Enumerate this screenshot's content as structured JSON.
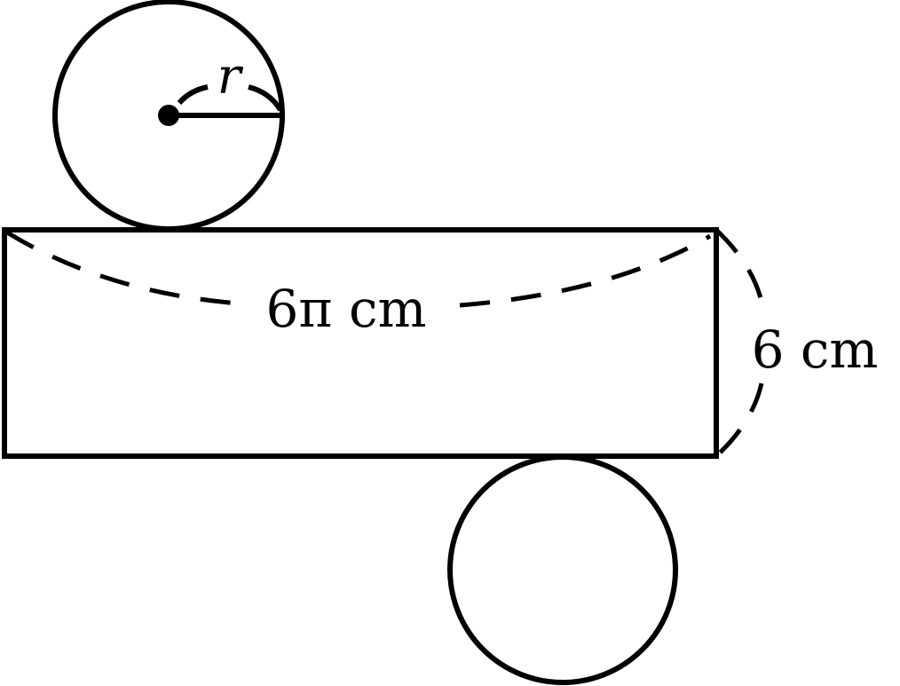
{
  "labels": {
    "radius": "r",
    "circumference": "6π cm",
    "height": "6 cm"
  },
  "colors": {
    "stroke": "#000000",
    "background": "#ffffff"
  }
}
